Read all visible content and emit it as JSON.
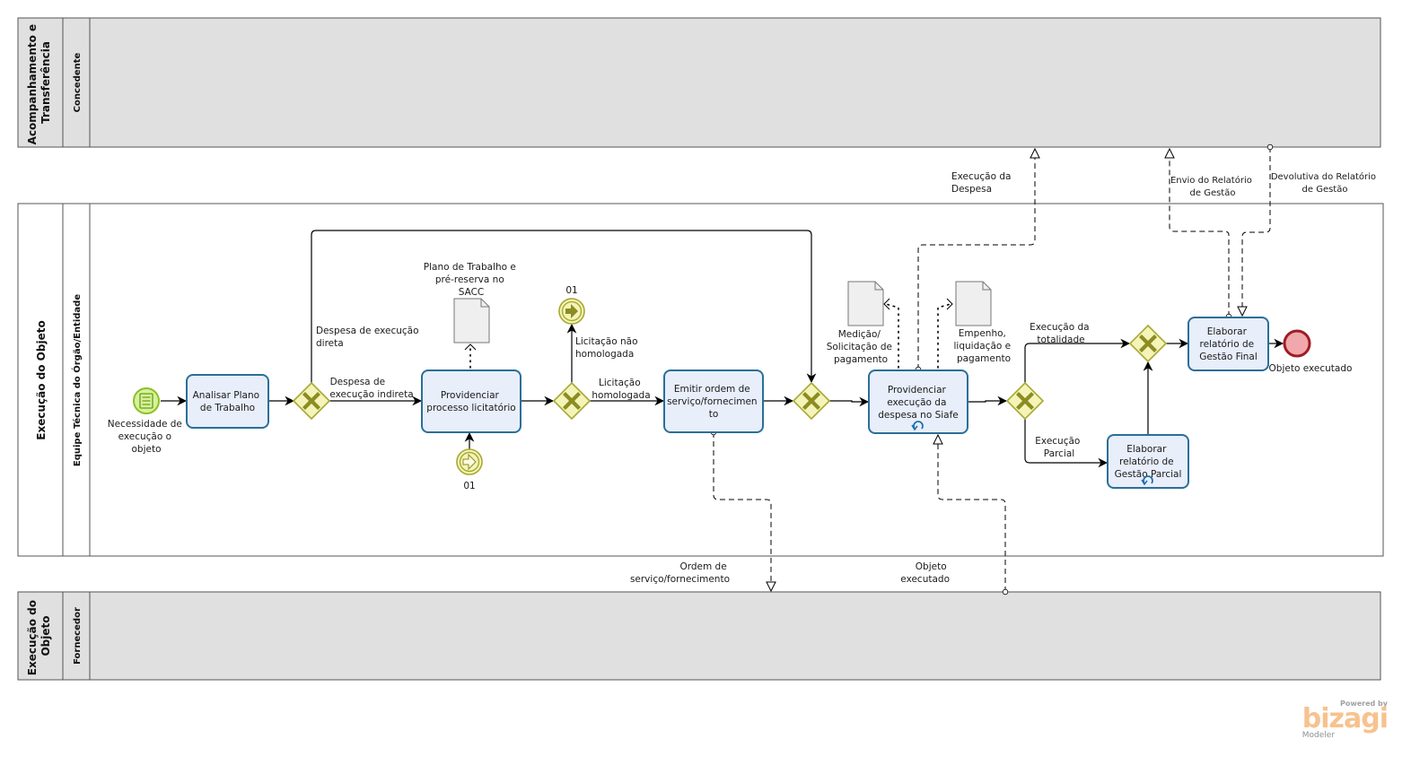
{
  "pools": [
    {
      "name": "Acompanhamento e Transferência",
      "lines": [
        "Acompanhamento e",
        "Transferência"
      ],
      "lane": "Concedente"
    },
    {
      "name": "Execução do Objeto",
      "lines": [
        "Execução do Objeto"
      ],
      "lane": "Equipe Técnica do Órgão/Entidade"
    },
    {
      "name": "Execução do Objeto",
      "lines": [
        "Execução do",
        "Objeto"
      ],
      "lane": "Fornecedor"
    }
  ],
  "events": {
    "start": {
      "label": [
        "Necessidade de",
        "execução o",
        "objeto"
      ],
      "type": "message-start"
    },
    "link_throw": {
      "label": "01"
    },
    "link_catch": {
      "label": "01"
    },
    "end": {
      "label": "Objeto executado"
    }
  },
  "tasks": [
    {
      "id": "analisar",
      "label": [
        "Analisar Plano",
        "de Trabalho"
      ],
      "loop": false
    },
    {
      "id": "providenciar-licit",
      "label": [
        "Providenciar",
        "processo licitatório"
      ],
      "loop": false
    },
    {
      "id": "emitir",
      "label": [
        "Emitir ordem de",
        "serviço/fornecimen",
        "to"
      ],
      "loop": false
    },
    {
      "id": "siafe",
      "label": [
        "Providenciar",
        "execução da",
        "despesa no Siafe"
      ],
      "loop": true
    },
    {
      "id": "parcial",
      "label": [
        "Elaborar",
        "relatório de",
        "Gestão Parcial"
      ],
      "loop": true
    },
    {
      "id": "final",
      "label": [
        "Elaborar",
        "relatório de",
        "Gestão Final"
      ],
      "loop": false
    }
  ],
  "documents": [
    {
      "label": [
        "Plano de Trabalho e",
        "pré-reserva no",
        "SACC"
      ]
    },
    {
      "label": [
        "Medição/",
        "Solicitação de",
        "pagamento"
      ]
    },
    {
      "label": [
        "Empenho,",
        "liquidação e",
        "pagamento"
      ]
    }
  ],
  "flow_labels": {
    "direta": [
      "Despesa de execução",
      "direta"
    ],
    "indireta": [
      "Despesa de",
      "execução indireta"
    ],
    "nao_homologada": [
      "Licitação não",
      "homologada"
    ],
    "homologada": [
      "Licitação",
      "homologada"
    ],
    "totalidade": [
      "Execução da",
      "totalidade"
    ],
    "parcial": [
      "Execução",
      "Parcial"
    ]
  },
  "message_labels": {
    "execucao_despesa": [
      "Execução da",
      "Despesa"
    ],
    "envio_relatorio": [
      "Envio do Relatório",
      "de Gestão"
    ],
    "devolutiva": [
      "Devolutiva do Relatório",
      "de Gestão"
    ],
    "ordem_servico": [
      "Ordem de",
      "serviço/fornecimento"
    ],
    "objeto_executado": [
      "Objeto",
      "executado"
    ]
  },
  "branding": {
    "powered_by": "Powered by",
    "name": "bizagi",
    "product": "Modeler"
  }
}
